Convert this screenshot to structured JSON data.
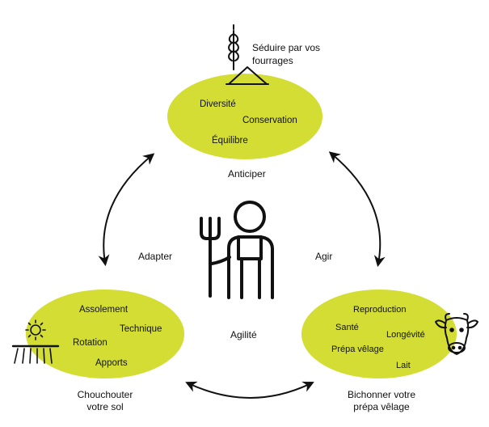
{
  "colors": {
    "ellipse_fill": "#d3dd33",
    "stroke": "#111111"
  },
  "top": {
    "caption_line1": "Séduire par vos",
    "caption_line2": "fourrages",
    "items": [
      "Diversité",
      "Conservation",
      "Équilibre"
    ],
    "icon": "wheat-haystack-icon"
  },
  "left": {
    "items": [
      "Assolement",
      "Technique",
      "Rotation",
      "Apports"
    ],
    "caption_line1": "Chouchouter",
    "caption_line2": "votre sol",
    "icon": "sun-field-icon"
  },
  "right": {
    "items": [
      "Reproduction",
      "Santé",
      "Longévité",
      "Prépa vêlage",
      "Lait"
    ],
    "caption_line1": "Bichonner votre",
    "caption_line2": "prépa vêlage",
    "icon": "cow-head-icon"
  },
  "center": {
    "top_label": "Anticiper",
    "left_label": "Adapter",
    "right_label": "Agir",
    "bottom_label": "Agilité",
    "icon": "farmer-pitchfork-icon"
  }
}
